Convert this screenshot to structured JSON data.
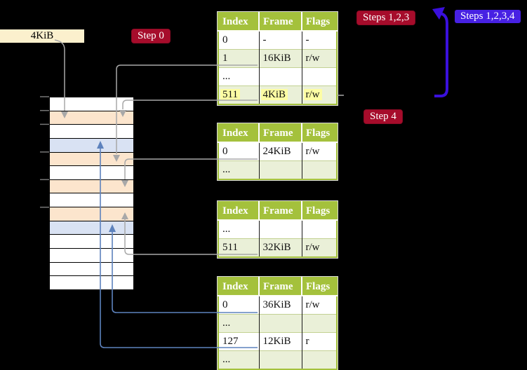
{
  "labels": {
    "page_size": "4KiB",
    "step0": "Step 0",
    "steps123": "Steps 1,2,3",
    "steps1234": "Steps 1,2,3,4",
    "step4": "Step 4"
  },
  "page_tables": [
    {
      "name": "page-table-level4",
      "headers": [
        "Index",
        "Frame",
        "Flags"
      ],
      "rows": [
        {
          "cells": [
            "0",
            "-",
            "-"
          ],
          "shaded": false,
          "highlight": false
        },
        {
          "cells": [
            "1",
            "16KiB",
            "r/w"
          ],
          "shaded": true,
          "highlight": false
        },
        {
          "cells": [
            "...",
            "",
            ""
          ],
          "shaded": false,
          "highlight": false
        },
        {
          "cells": [
            "511",
            "4KiB",
            "r/w"
          ],
          "shaded": true,
          "highlight": true
        }
      ]
    },
    {
      "name": "page-table-level3",
      "headers": [
        "Index",
        "Frame",
        "Flags"
      ],
      "rows": [
        {
          "cells": [
            "0",
            "24KiB",
            "r/w"
          ],
          "shaded": false,
          "highlight": false
        },
        {
          "cells": [
            "...",
            "",
            ""
          ],
          "shaded": true,
          "highlight": false
        }
      ]
    },
    {
      "name": "page-table-level2",
      "headers": [
        "Index",
        "Frame",
        "Flags"
      ],
      "rows": [
        {
          "cells": [
            "...",
            "",
            ""
          ],
          "shaded": false,
          "highlight": false
        },
        {
          "cells": [
            "511",
            "32KiB",
            "r/w"
          ],
          "shaded": true,
          "highlight": false
        }
      ]
    },
    {
      "name": "page-table-level1",
      "headers": [
        "Index",
        "Frame",
        "Flags"
      ],
      "rows": [
        {
          "cells": [
            "0",
            "36KiB",
            "r/w"
          ],
          "shaded": false,
          "highlight": false
        },
        {
          "cells": [
            "...",
            "",
            ""
          ],
          "shaded": true,
          "highlight": false
        },
        {
          "cells": [
            "127",
            "12KiB",
            "r"
          ],
          "shaded": false,
          "highlight": false
        },
        {
          "cells": [
            "...",
            "",
            ""
          ],
          "shaded": true,
          "highlight": false
        }
      ]
    }
  ],
  "memory": {
    "row_colors": [
      "white",
      "orange",
      "white",
      "blue",
      "orange",
      "white",
      "orange",
      "white",
      "orange",
      "blue",
      "white",
      "white",
      "white",
      "white"
    ],
    "tick_boundaries": [
      0,
      1,
      2,
      4,
      6,
      8
    ]
  },
  "colors": {
    "badge_red": "#a60c2b",
    "badge_blue": "#4721e3",
    "arrow_violet": "#3a10dc",
    "arrow_gray": "#a8a8a8",
    "arrow_steel_blue": "#5d82bd",
    "table_header_green": "#a4c13c",
    "table_row_green": "#eaf0d8",
    "highlight_yellow": "#fdfda4",
    "memory_orange": "#fce5cd",
    "memory_blue": "#d9e2f3",
    "label_cream": "#fbf0cd"
  }
}
